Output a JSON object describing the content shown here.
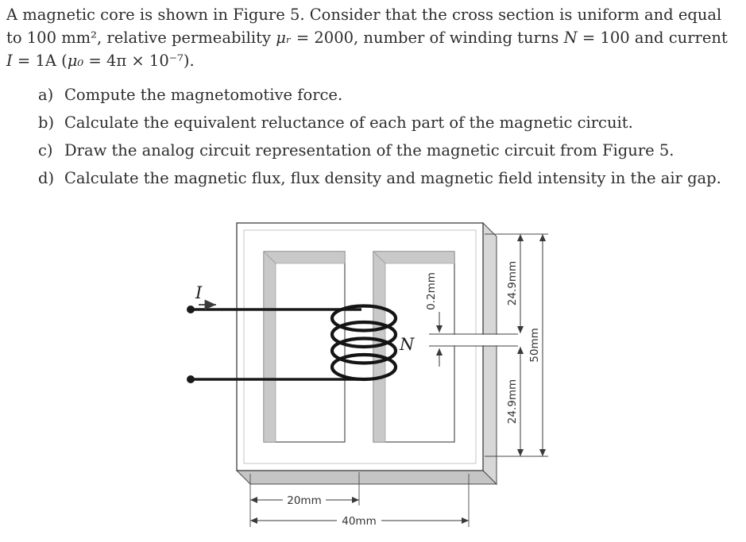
{
  "problem": {
    "intro": {
      "line1": "A magnetic core is shown in Figure 5. Consider that the cross section is uniform and equal",
      "line2": [
        "to 100 mm², relative permeability ",
        "μᵣ",
        " = 2000, number of winding turns ",
        "N",
        " = 100 and current"
      ],
      "line3": [
        "I",
        " = 1A (",
        "μ₀",
        " = 4π × 10⁻⁷)."
      ]
    },
    "items": [
      {
        "label": "a)",
        "text": "Compute the magnetomotive force."
      },
      {
        "label": "b)",
        "text": "Calculate the equivalent reluctance of each part of the magnetic circuit."
      },
      {
        "label": "c)",
        "text": "Draw the analog circuit representation of the magnetic circuit from Figure 5."
      },
      {
        "label": "d)",
        "text": "Calculate the magnetic flux, flux density and magnetic field intensity in the air gap."
      }
    ]
  },
  "figure": {
    "current_label": "I",
    "coil_label": "N",
    "dims": {
      "air_gap": "0.2mm",
      "upper_right": "24.9mm",
      "lower_right": "24.9mm",
      "height_total": "50mm",
      "width_center": "20mm",
      "width_total": "40mm"
    },
    "core_shade_color": "#c9c9c9"
  }
}
